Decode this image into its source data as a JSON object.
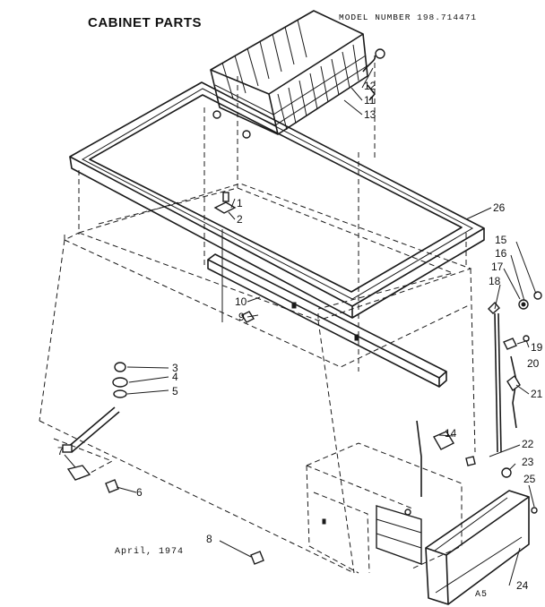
{
  "header": {
    "title": "CABINET PARTS",
    "model": "MODEL NUMBER 198.714471"
  },
  "footer": {
    "date": "April, 1974",
    "code": "A5"
  },
  "parts": [
    "12",
    "11",
    "13",
    "1",
    "2",
    "26",
    "15",
    "16",
    "17",
    "18",
    "10",
    "9",
    "19",
    "20",
    "3",
    "4",
    "5",
    "21",
    "14",
    "22",
    "7",
    "23",
    "6",
    "25",
    "8",
    "24"
  ]
}
